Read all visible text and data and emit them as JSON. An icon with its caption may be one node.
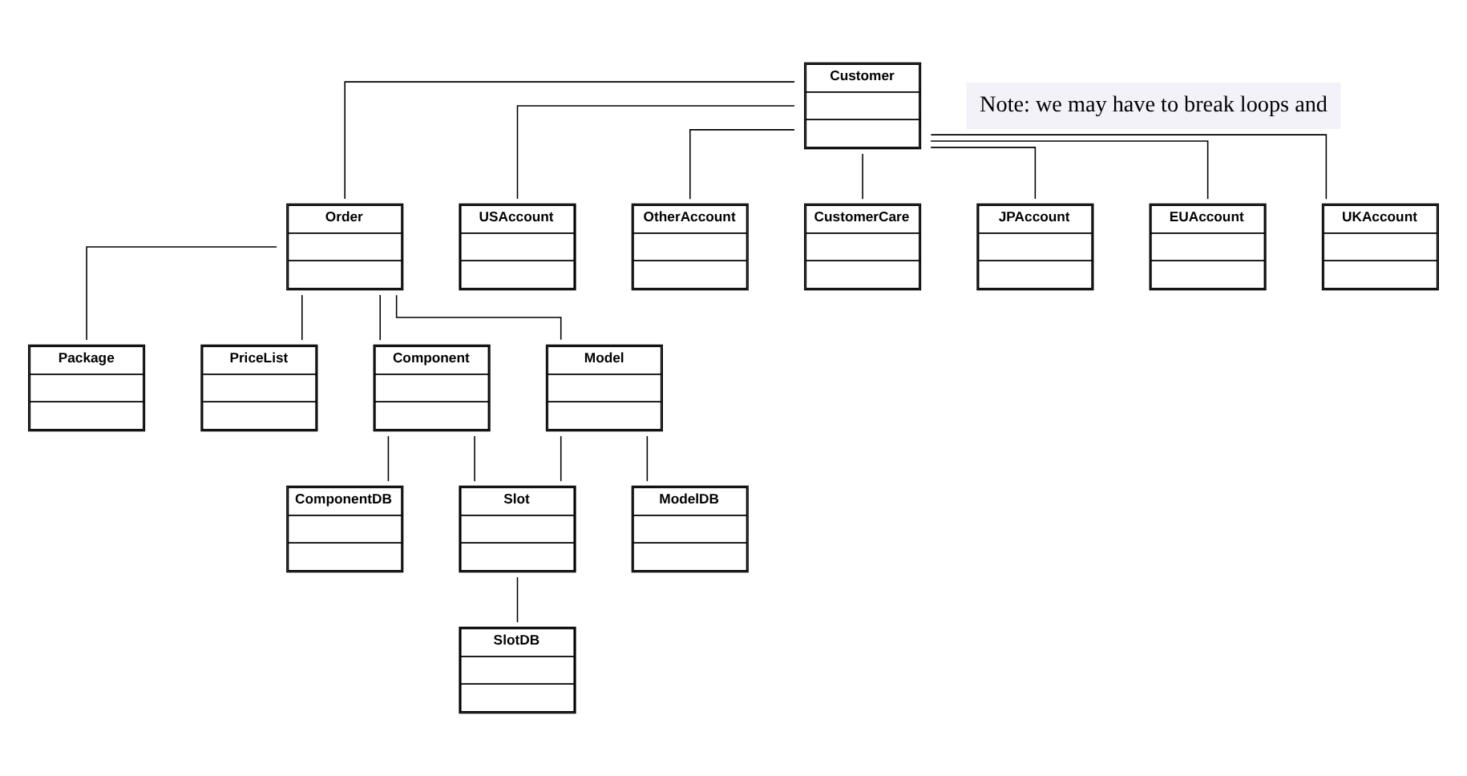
{
  "diagram": {
    "nodes": [
      {
        "text": [
          "Customer"
        ]
      },
      {
        "text": [
          "Order"
        ]
      },
      {
        "text": [
          "Package"
        ]
      },
      {
        "text": [
          "USAccount"
        ]
      },
      {
        "text": [
          "OtherAccount"
        ]
      },
      {
        "text": [
          "CustomerCare"
        ]
      },
      {
        "text": [
          "PriceList"
        ]
      },
      {
        "text": [
          "Component"
        ]
      },
      {
        "text": [
          "JPAccount"
        ]
      },
      {
        "text": [
          "EUAccount"
        ]
      },
      {
        "text": [
          "UKAccount"
        ]
      },
      {
        "text": [
          "Model"
        ]
      },
      {
        "text": [
          "ComponentDB"
        ]
      },
      {
        "text": [
          "Slot"
        ]
      },
      {
        "text": [
          "ModelDB"
        ]
      },
      {
        "text": [
          "SlotDB"
        ]
      }
    ],
    "edges": [
      {
        "from": 0,
        "to": 8,
        "arrow": "none"
      },
      {
        "from": 0,
        "to": 3,
        "arrow": "none"
      },
      {
        "from": 0,
        "to": 9,
        "arrow": "none"
      },
      {
        "from": 0,
        "to": 4,
        "arrow": "none"
      },
      {
        "from": 0,
        "to": 10,
        "arrow": "none"
      },
      {
        "from": 0,
        "to": 5,
        "arrow": "none"
      },
      {
        "from": 0,
        "to": 1,
        "arrow": "none"
      },
      {
        "from": 1,
        "to": 2,
        "arrow": "none"
      },
      {
        "from": 1,
        "to": 11,
        "arrow": "none"
      },
      {
        "from": 1,
        "to": 6,
        "arrow": "none"
      },
      {
        "from": 1,
        "to": 7,
        "arrow": "none"
      },
      {
        "from": 7,
        "to": 13,
        "arrow": "none"
      },
      {
        "from": 7,
        "to": 12,
        "arrow": "none"
      },
      {
        "from": 11,
        "to": 13,
        "arrow": "none"
      },
      {
        "from": 11,
        "to": 14,
        "arrow": "none"
      },
      {
        "from": 13,
        "to": 15,
        "arrow": "none"
      }
    ],
    "labels": [
      "Note: we may have to break loops and"
    ]
  }
}
